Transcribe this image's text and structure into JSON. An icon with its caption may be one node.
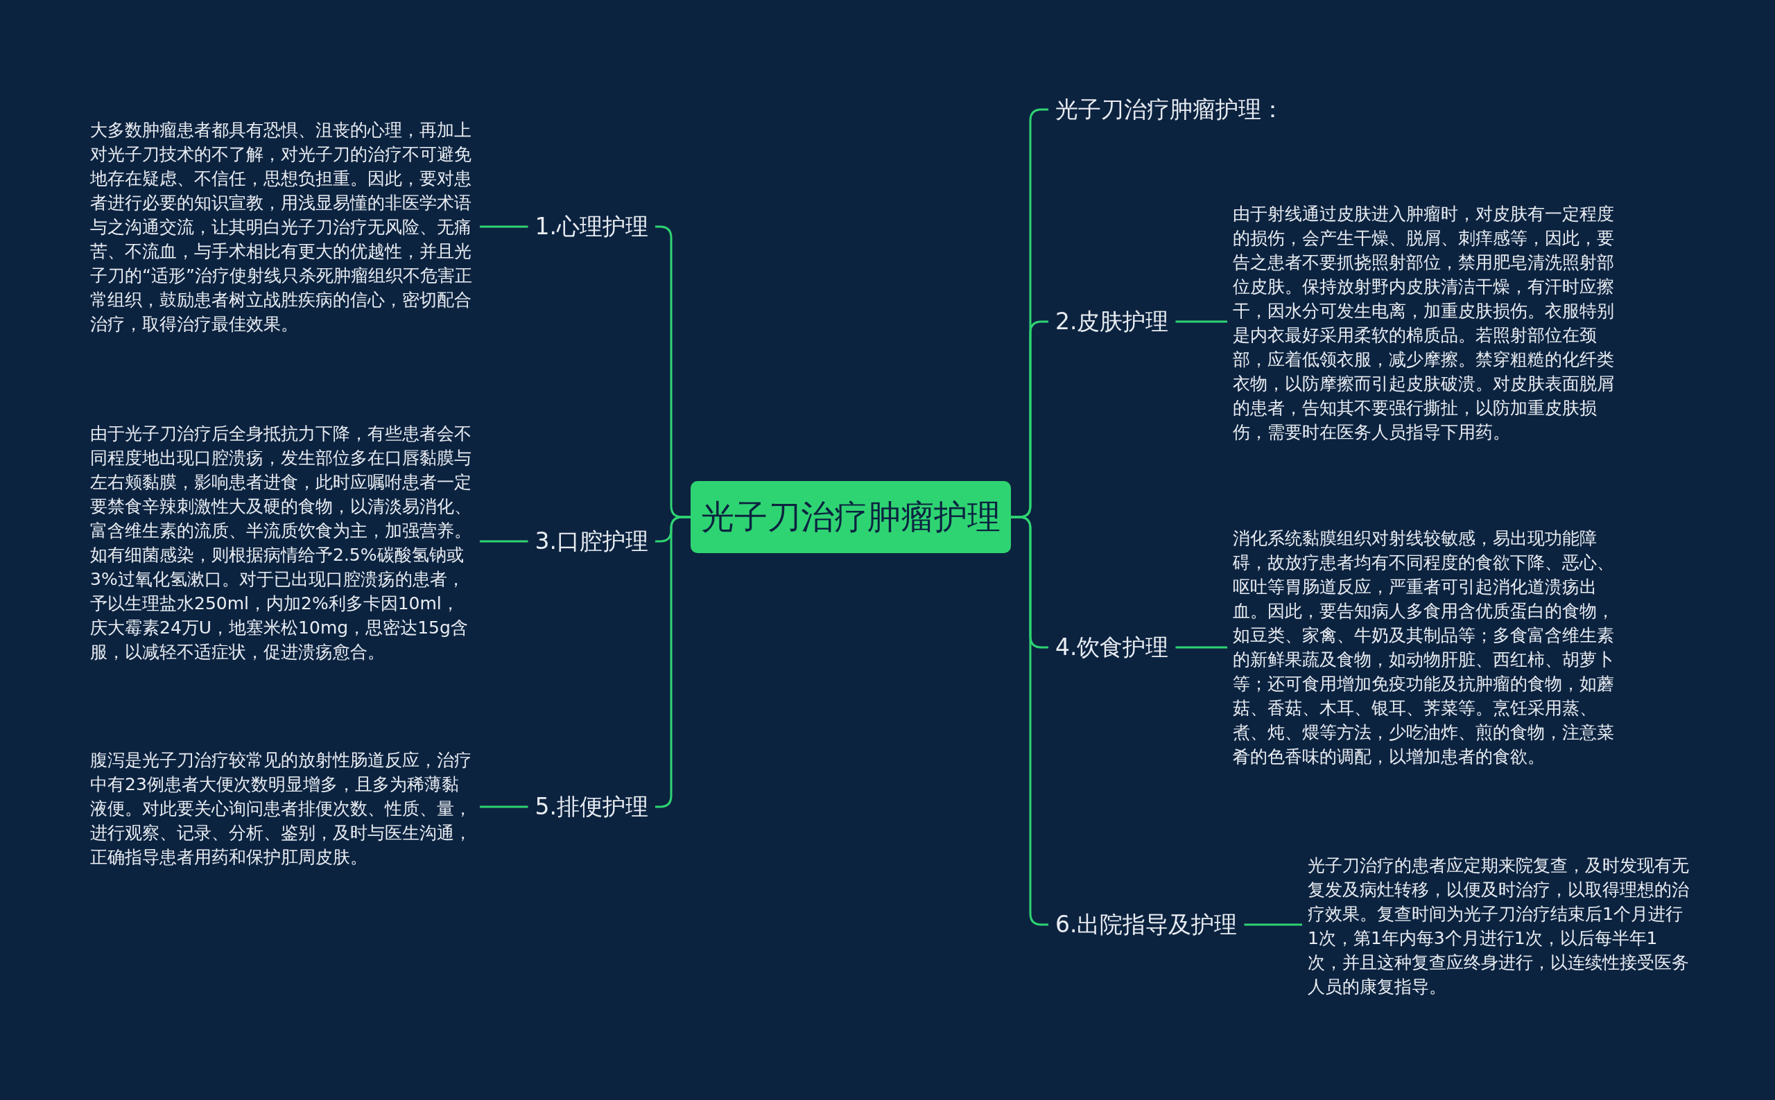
{
  "diagram": {
    "nodes": [
      {
        "text": [
          "光子刀治疗肿瘤护理"
        ]
      },
      {
        "text": [
          "1.心理护理"
        ]
      },
      {
        "text": [
          "大多数肿瘤患者都具有恐惧、沮丧的心理，再加上对光子刀技术的不了解，对光子刀的治疗不可避免地存在疑虑、不信任，思想负担重。因此，要对患者进行必要的知识宣教，用浅显易懂的非医学术语与之沟通交流，让其明白光子刀治疗无风险、无痛苦、不流血，与手术相比有更大的优越性，并且光子刀的“适形”治疗使射线只杀死肿瘤组织不危害正常组织，鼓励患者树立战胜疾病的信心，密切配合治疗，取得治疗最佳效果。"
        ]
      },
      {
        "text": [
          "3.口腔护理"
        ]
      },
      {
        "text": [
          "由于光子刀治疗后全身抵抗力下降，有些患者会不同程度地出现口腔溃疡，发生部位多在口唇黏膜与左右颊黏膜，影响患者进食，此时应嘱咐患者一定要禁食辛辣刺激性大及硬的食物，以清淡易消化、富含维生素的流质、半流质饮食为主，加强营养。如有细菌感染，则根据病情给予2.5%碳酸氢钠或3%过氧化氢漱口。对于已出现口腔溃疡的患者，予以生理盐水250ml，内加2%利多卡因10ml，庆大霉素24万U，地塞米松10mg，思密达15g含服，以减轻不适症状，促进溃疡愈合。"
        ]
      },
      {
        "text": [
          "5.排便护理"
        ]
      },
      {
        "text": [
          "腹泻是光子刀治疗较常见的放射性肠道反应，治疗中有23例患者大便次数明显增多，且多为稀薄黏液便。对此要关心询问患者排便次数、性质、量，进行观察、记录、分析、鉴别，及时与医生沟通，正确指导患者用药和保护肛周皮肤。"
        ]
      },
      {
        "text": [
          "光子刀治疗肿瘤护理："
        ]
      },
      {
        "text": [
          "2.皮肤护理"
        ]
      },
      {
        "text": [
          "由于射线通过皮肤进入肿瘤时，对皮肤有一定程度的损伤，会产生干燥、脱屑、刺痒感等，因此，要告之患者不要抓挠照射部位，禁用肥皂清洗照射部位皮肤。保持放射野内皮肤清洁干燥，有汗时应擦干，因水分可发生电离，加重皮肤损伤。衣服特别是内衣最好采用柔软的棉质品。若照射部位在颈部，应着低领衣服，减少摩擦。禁穿粗糙的化纤类衣物，以防摩擦而引起皮肤破溃。对皮肤表面脱屑的患者，告知其不要强行撕扯，以防加重皮肤损伤，需要时在医务人员指导下用药。"
        ]
      },
      {
        "text": [
          "4.饮食护理"
        ]
      },
      {
        "text": [
          "消化系统黏膜组织对射线较敏感，易出现功能障碍，故放疗患者均有不同程度的食欲下降、恶心、呕吐等胃肠道反应，严重者可引起消化道溃疡出血。因此，要告知病人多食用含优质蛋白的食物，如豆类、家禽、牛奶及其制品等；多食富含维生素的新鲜果蔬及食物，如动物肝脏、西红柿、胡萝卜等；还可食用增加免疫功能及抗肿瘤的食物，如蘑菇、香菇、木耳、银耳、荠菜等。烹饪采用蒸、煮、炖、煨等方法，少吃油炸、煎的食物，注意菜肴的色香味的调配，以增加患者的食欲。"
        ]
      },
      {
        "text": [
          "6.出院指导及护理"
        ]
      },
      {
        "text": [
          "光子刀治疗的患者应定期来院复查，及时发现有无复发及病灶转移，以便及时治疗，以取得理想的治疗效果。复查时间为光子刀治疗结束后1个月进行1次，第1年内每3个月进行1次，以后每半年1次，并且这种复查应终身进行，以连续性接受医务人员的康复指导。"
        ]
      }
    ],
    "edges": [
      {
        "from": 0,
        "to": 1,
        "arrow": "none"
      },
      {
        "from": 0,
        "to": 3,
        "arrow": "none"
      },
      {
        "from": 0,
        "to": 5,
        "arrow": "none"
      },
      {
        "from": 0,
        "to": 7,
        "arrow": "none"
      },
      {
        "from": 0,
        "to": 8,
        "arrow": "none"
      },
      {
        "from": 0,
        "to": 10,
        "arrow": "none"
      },
      {
        "from": 0,
        "to": 12,
        "arrow": "none"
      },
      {
        "from": 1,
        "to": 2,
        "arrow": "none"
      },
      {
        "from": 3,
        "to": 4,
        "arrow": "none"
      },
      {
        "from": 5,
        "to": 6,
        "arrow": "none"
      },
      {
        "from": 8,
        "to": 9,
        "arrow": "none"
      },
      {
        "from": 10,
        "to": 11,
        "arrow": "none"
      },
      {
        "from": 12,
        "to": 13,
        "arrow": "none"
      }
    ]
  }
}
